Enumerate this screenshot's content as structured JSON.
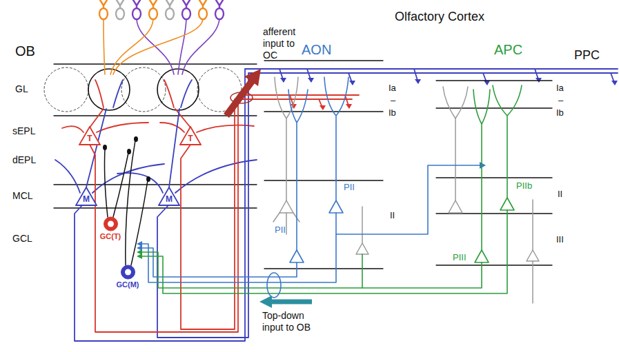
{
  "diagram": {
    "nodes": [
      {
        "text": [
          "T"
        ]
      },
      {
        "text": [
          "T"
        ]
      },
      {
        "text": [
          "M"
        ]
      },
      {
        "text": [
          "M"
        ]
      },
      {
        "text": [
          "GC(T)"
        ]
      },
      {
        "text": [
          "GC(M)"
        ]
      }
    ],
    "labels": [
      "OB",
      "GL",
      "sEPL",
      "dEPL",
      "MCL",
      "GCL",
      "afferent input to OC",
      "Olfactory Cortex",
      "AON",
      "APC",
      "PPC",
      "Ia",
      "–",
      "Ib",
      "II",
      "Ia",
      "–",
      "Ib",
      "II",
      "III",
      "PII",
      "PII",
      "PIIb",
      "PIII",
      "Top-down input to OB"
    ]
  }
}
